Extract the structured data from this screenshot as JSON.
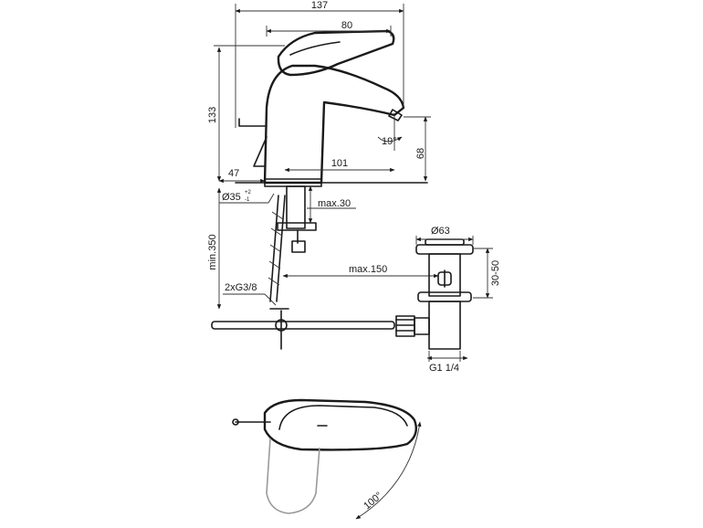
{
  "dimensions": {
    "width_overall": "137",
    "lever_width": "80",
    "height_overall": "133",
    "spout_angle": "19°",
    "outlet_height": "68",
    "base_offset": "47",
    "spout_reach": "101",
    "hole_diameter": "Ø35",
    "hole_tolerance_plus": "+2",
    "hole_tolerance_minus": "-1",
    "deck_thickness": "max.30",
    "hose_length": "min.350",
    "hose_connection": "2xG3/8",
    "drain_reach": "max.150",
    "waste_cap_diameter": "Ø63",
    "waste_adjust": "30-50",
    "waste_thread": "G1 1/4",
    "lever_rotation": "100°"
  },
  "colors": {
    "line": "#1a1a1a",
    "hidden_line": "#9a9a9a",
    "background": "#ffffff"
  }
}
